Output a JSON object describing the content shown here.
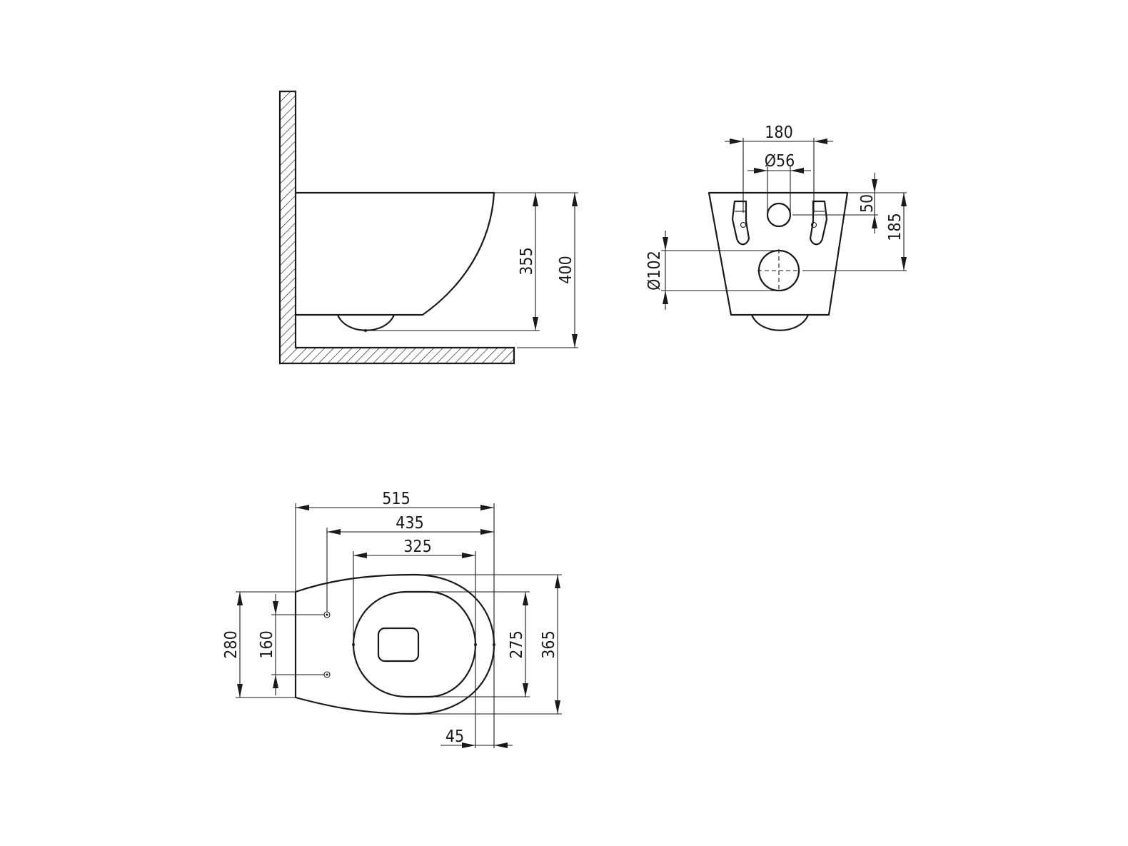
{
  "side_view": {
    "dimensions": {
      "height_outlet": "355",
      "height_total": "400"
    }
  },
  "rear_view": {
    "dimensions": {
      "fixing_spacing": "180",
      "inlet_diameter": "Ø56",
      "inlet_height": "50",
      "outlet_height": "185",
      "outlet_diameter": "Ø102"
    }
  },
  "top_view": {
    "dimensions": {
      "total_length": "515",
      "length_435": "435",
      "length_325": "325",
      "rim_offset": "45",
      "rear_width": "280",
      "fixing_spacing": "160",
      "opening_width": "275",
      "total_width": "365"
    }
  }
}
